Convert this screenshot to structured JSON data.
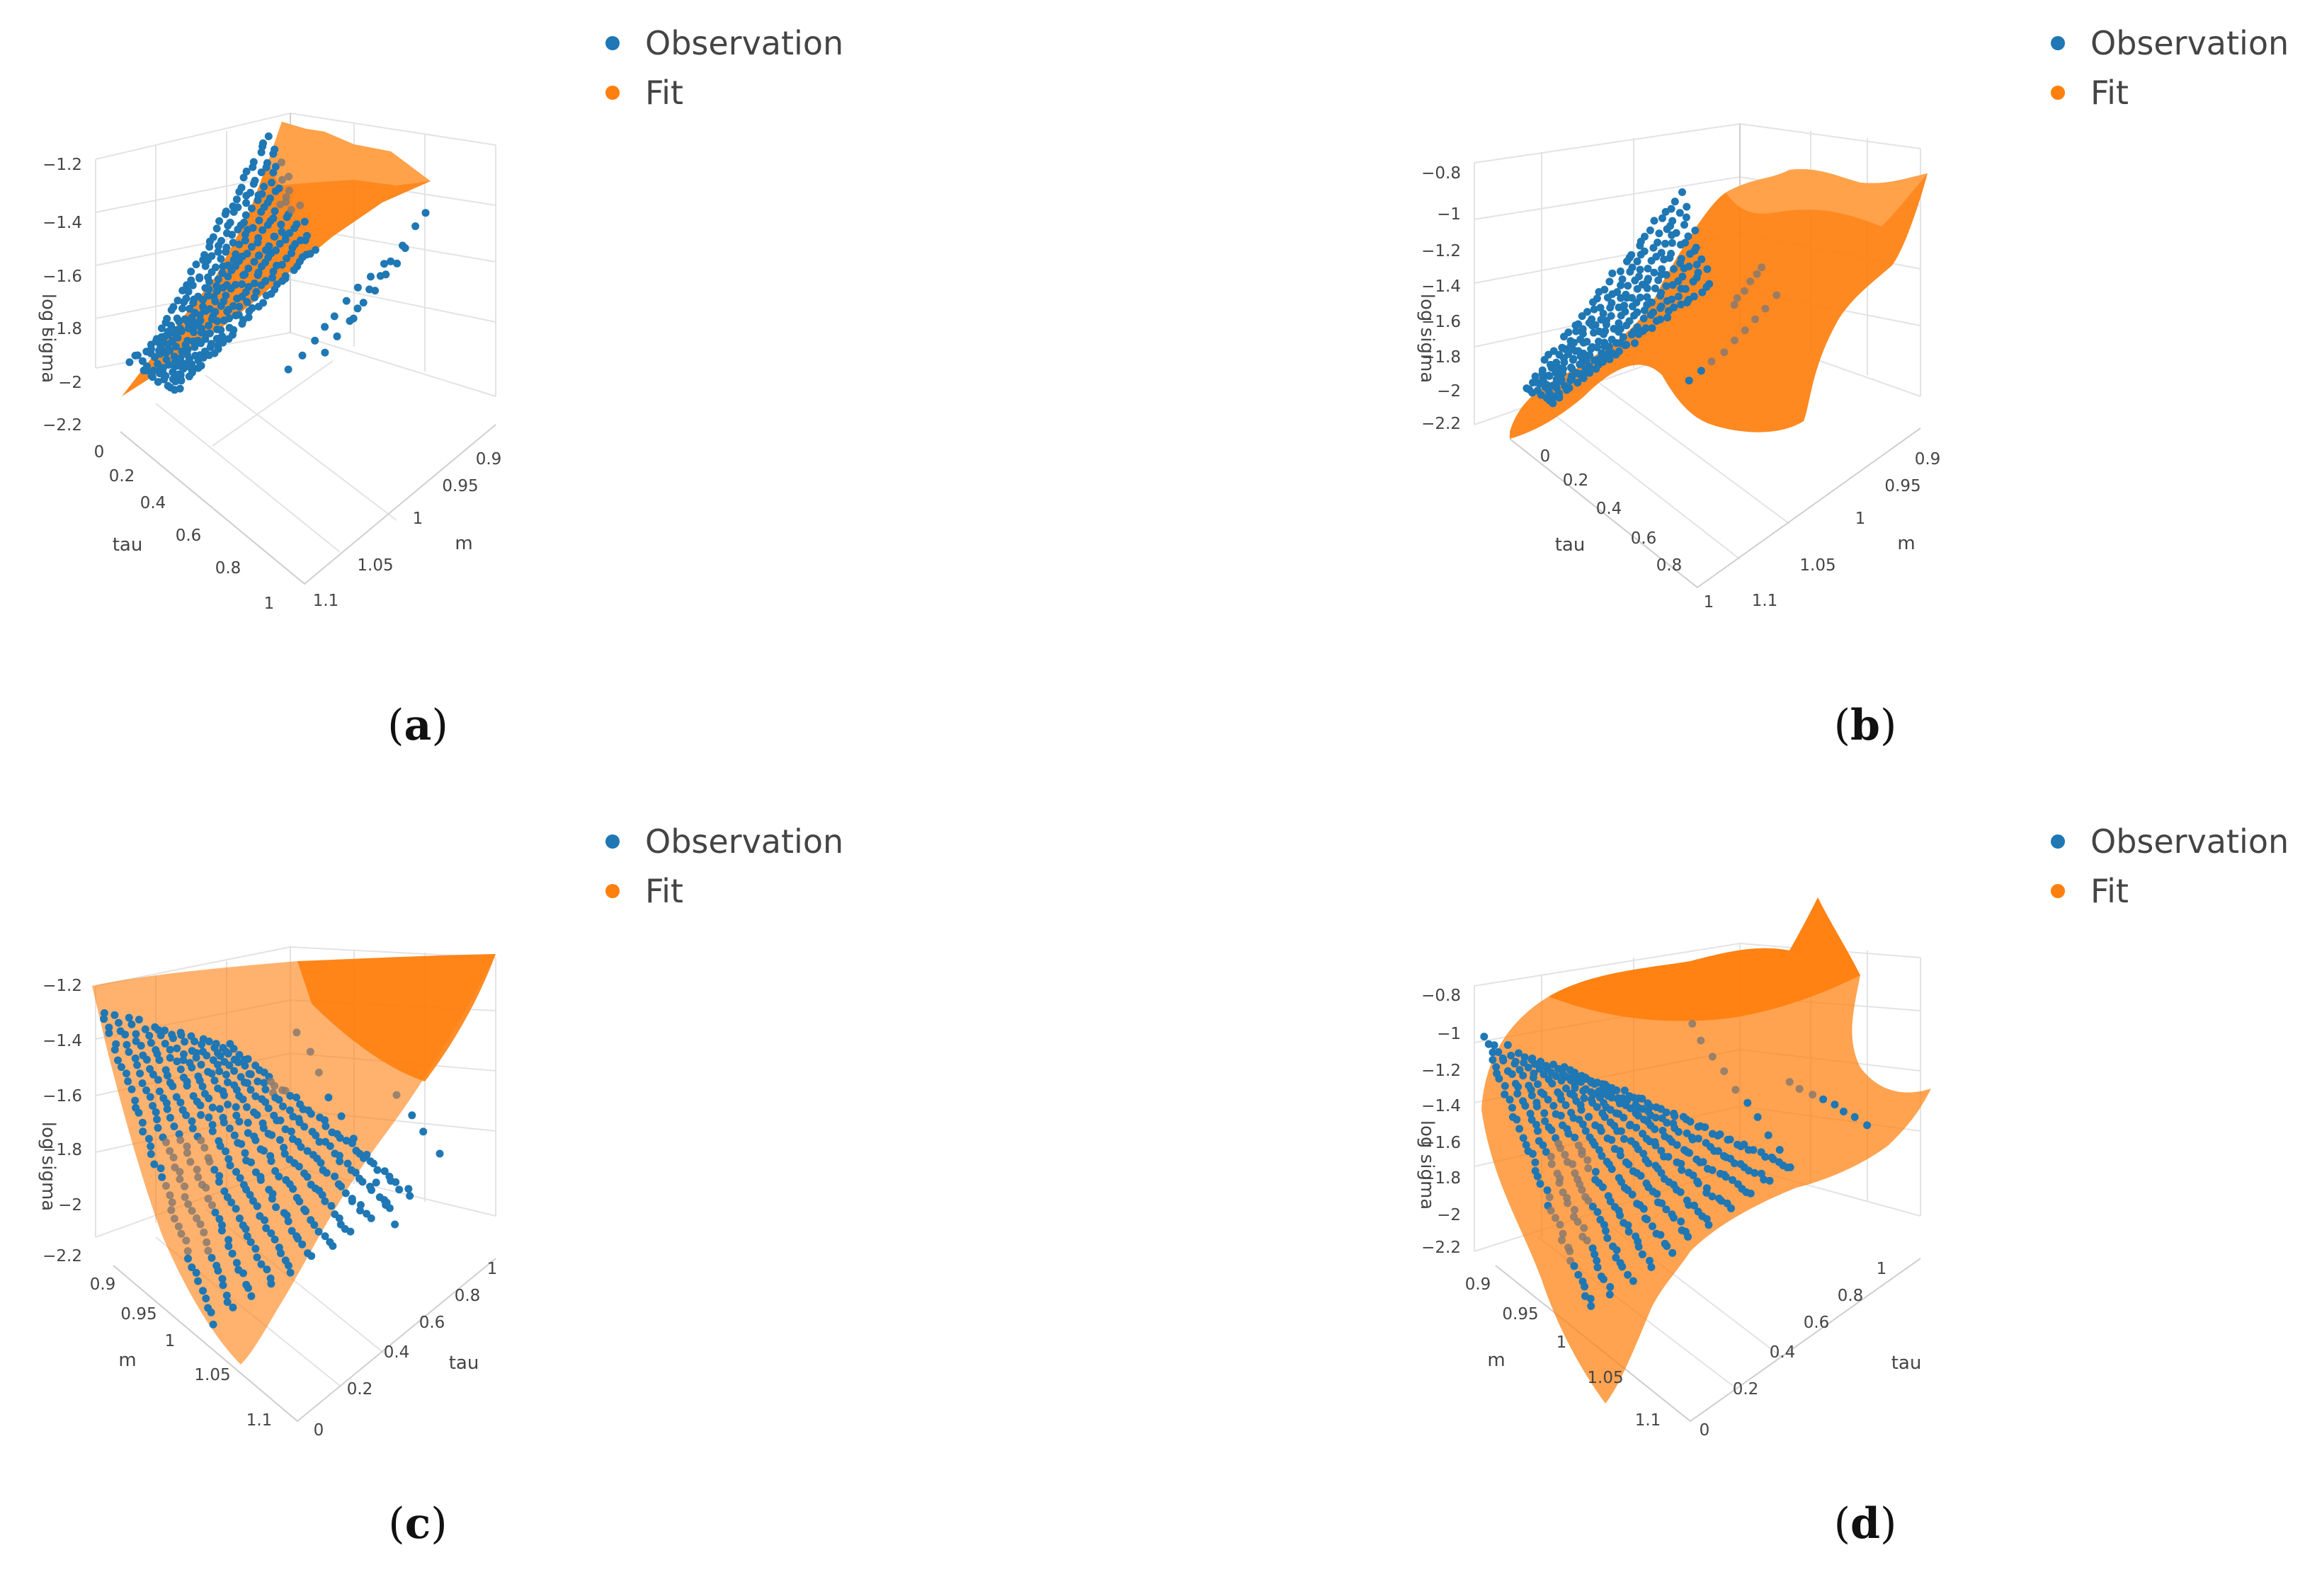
{
  "legend": {
    "observation": "Observation",
    "fit": "Fit"
  },
  "colors": {
    "observation": "#1f77b4",
    "fit": "#ff7f0e",
    "grid": "#e3e3e3"
  },
  "panels": [
    {
      "id": "a",
      "caption_open": "(",
      "caption_letter": "a",
      "caption_close": ")"
    },
    {
      "id": "b",
      "caption_open": "(",
      "caption_letter": "b",
      "caption_close": ")"
    },
    {
      "id": "c",
      "caption_open": "(",
      "caption_letter": "c",
      "caption_close": ")"
    },
    {
      "id": "d",
      "caption_open": "(",
      "caption_letter": "d",
      "caption_close": ")"
    }
  ],
  "chart_data": [
    {
      "panel": "a",
      "type": "scatter",
      "fit_surface": "smooth",
      "series": [
        {
          "name": "Observation",
          "marker": "point"
        },
        {
          "name": "Fit",
          "marker": "surface"
        }
      ],
      "zlabel": "log sigma",
      "z_ticks": [
        "−1.2",
        "−1.4",
        "−1.6",
        "−1.8",
        "−2",
        "−2.2"
      ],
      "tau_label": "tau",
      "tau_ticks": [
        "0",
        "0.2",
        "0.4",
        "0.6",
        "0.8",
        "1"
      ],
      "m_label": "m",
      "m_ticks": [
        "0.9",
        "0.95",
        "1",
        "1.05",
        "1.1"
      ],
      "zlim": [
        -2.2,
        -1.2
      ],
      "taulim": [
        0,
        1
      ],
      "mlim": [
        0.9,
        1.1
      ],
      "legend_position": "top-right"
    },
    {
      "panel": "b",
      "type": "scatter",
      "fit_surface": "wavy",
      "series": [
        {
          "name": "Observation",
          "marker": "point"
        },
        {
          "name": "Fit",
          "marker": "surface"
        }
      ],
      "zlabel": "log sigma",
      "z_ticks": [
        "−0.8",
        "−1",
        "−1.2",
        "−1.4",
        "−1.6",
        "−1.8",
        "−2",
        "−2.2"
      ],
      "tau_label": "tau",
      "tau_ticks": [
        "0",
        "0.2",
        "0.4",
        "0.6",
        "0.8",
        "1"
      ],
      "m_label": "m",
      "m_ticks": [
        "0.9",
        "0.95",
        "1",
        "1.05",
        "1.1"
      ],
      "zlim": [
        -2.2,
        -0.8
      ],
      "taulim": [
        0,
        1
      ],
      "mlim": [
        0.9,
        1.1
      ],
      "legend_position": "top-right"
    },
    {
      "panel": "c",
      "type": "scatter",
      "fit_surface": "smooth",
      "series": [
        {
          "name": "Observation",
          "marker": "point"
        },
        {
          "name": "Fit",
          "marker": "surface"
        }
      ],
      "zlabel": "log sigma",
      "z_ticks": [
        "−1.2",
        "−1.4",
        "−1.6",
        "−1.8",
        "−2",
        "−2.2"
      ],
      "m_label": "m",
      "m_ticks": [
        "0.9",
        "0.95",
        "1",
        "1.05",
        "1.1"
      ],
      "tau_label": "tau",
      "tau_ticks": [
        "0",
        "0.2",
        "0.4",
        "0.6",
        "0.8",
        "1"
      ],
      "zlim": [
        -2.2,
        -1.2
      ],
      "taulim": [
        0,
        1
      ],
      "mlim": [
        0.9,
        1.1
      ],
      "legend_position": "top-right"
    },
    {
      "panel": "d",
      "type": "scatter",
      "fit_surface": "wavy",
      "series": [
        {
          "name": "Observation",
          "marker": "point"
        },
        {
          "name": "Fit",
          "marker": "surface"
        }
      ],
      "zlabel": "log sigma",
      "z_ticks": [
        "−0.8",
        "−1",
        "−1.2",
        "−1.4",
        "−1.6",
        "−1.8",
        "−2",
        "−2.2"
      ],
      "m_label": "m",
      "m_ticks": [
        "0.9",
        "0.95",
        "1",
        "1.05",
        "1.1"
      ],
      "tau_label": "tau",
      "tau_ticks": [
        "0",
        "0.2",
        "0.4",
        "0.6",
        "0.8",
        "1"
      ],
      "zlim": [
        -2.2,
        -0.8
      ],
      "taulim": [
        0,
        1
      ],
      "mlim": [
        0.9,
        1.1
      ],
      "legend_position": "top-right"
    }
  ]
}
